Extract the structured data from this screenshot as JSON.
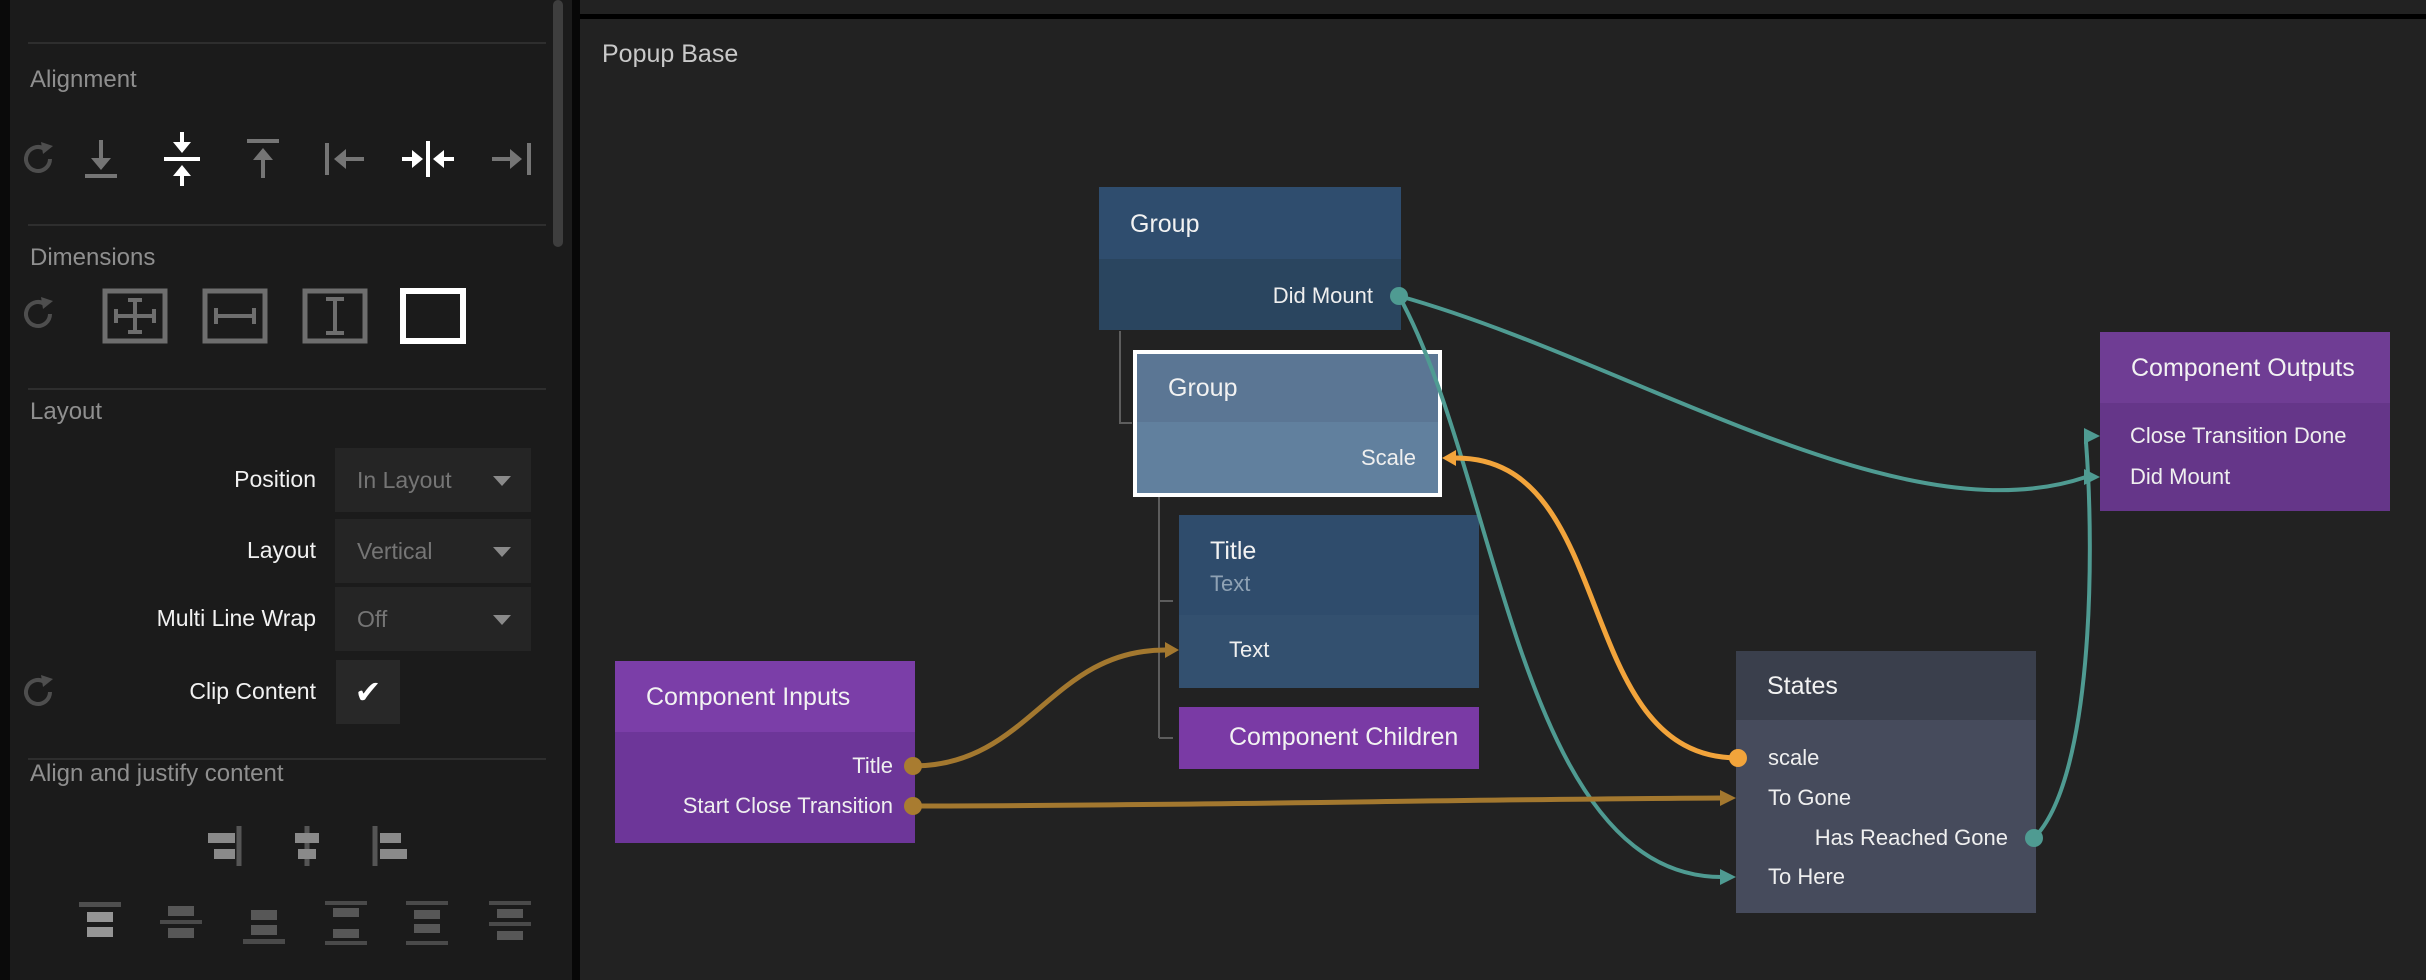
{
  "colors": {
    "teal_signal": "#4f9b92",
    "orange_bright": "#f2a43b",
    "orange_dim": "#a3782f",
    "purple_node": "#7b3ea8",
    "blue_node": "#2f4d6e",
    "selection": "#ffffff",
    "canvas_bg": "#222222",
    "sidebar_bg": "#1b1b1b"
  },
  "sidebar": {
    "alignment": {
      "title": "Alignment"
    },
    "dimensions": {
      "title": "Dimensions"
    },
    "layout": {
      "title": "Layout",
      "position_label": "Position",
      "position_value": "In Layout",
      "layout_label": "Layout",
      "layout_value": "Vertical",
      "wrap_label": "Multi Line Wrap",
      "wrap_value": "Off",
      "clip_label": "Clip Content",
      "clip_check": "✔"
    },
    "align_justify": {
      "title": "Align and justify content"
    }
  },
  "canvas": {
    "title": "Popup Base",
    "nodes": {
      "group1": {
        "title": "Group",
        "port_did_mount": "Did Mount"
      },
      "group2": {
        "title": "Group",
        "port_scale": "Scale"
      },
      "title_node": {
        "title": "Title",
        "subtitle": "Text",
        "port_text": "Text"
      },
      "children": {
        "title": "Component Children"
      },
      "inputs": {
        "title": "Component Inputs",
        "port_title": "Title",
        "port_start_close": "Start Close Transition"
      },
      "states": {
        "title": "States",
        "port_scale": "scale",
        "port_to_gone": "To Gone",
        "port_has_reached_gone": "Has Reached Gone",
        "port_to_here": "To Here"
      },
      "outputs": {
        "title": "Component Outputs",
        "port_close_done": "Close Transition Done",
        "port_did_mount": "Did Mount"
      }
    }
  }
}
